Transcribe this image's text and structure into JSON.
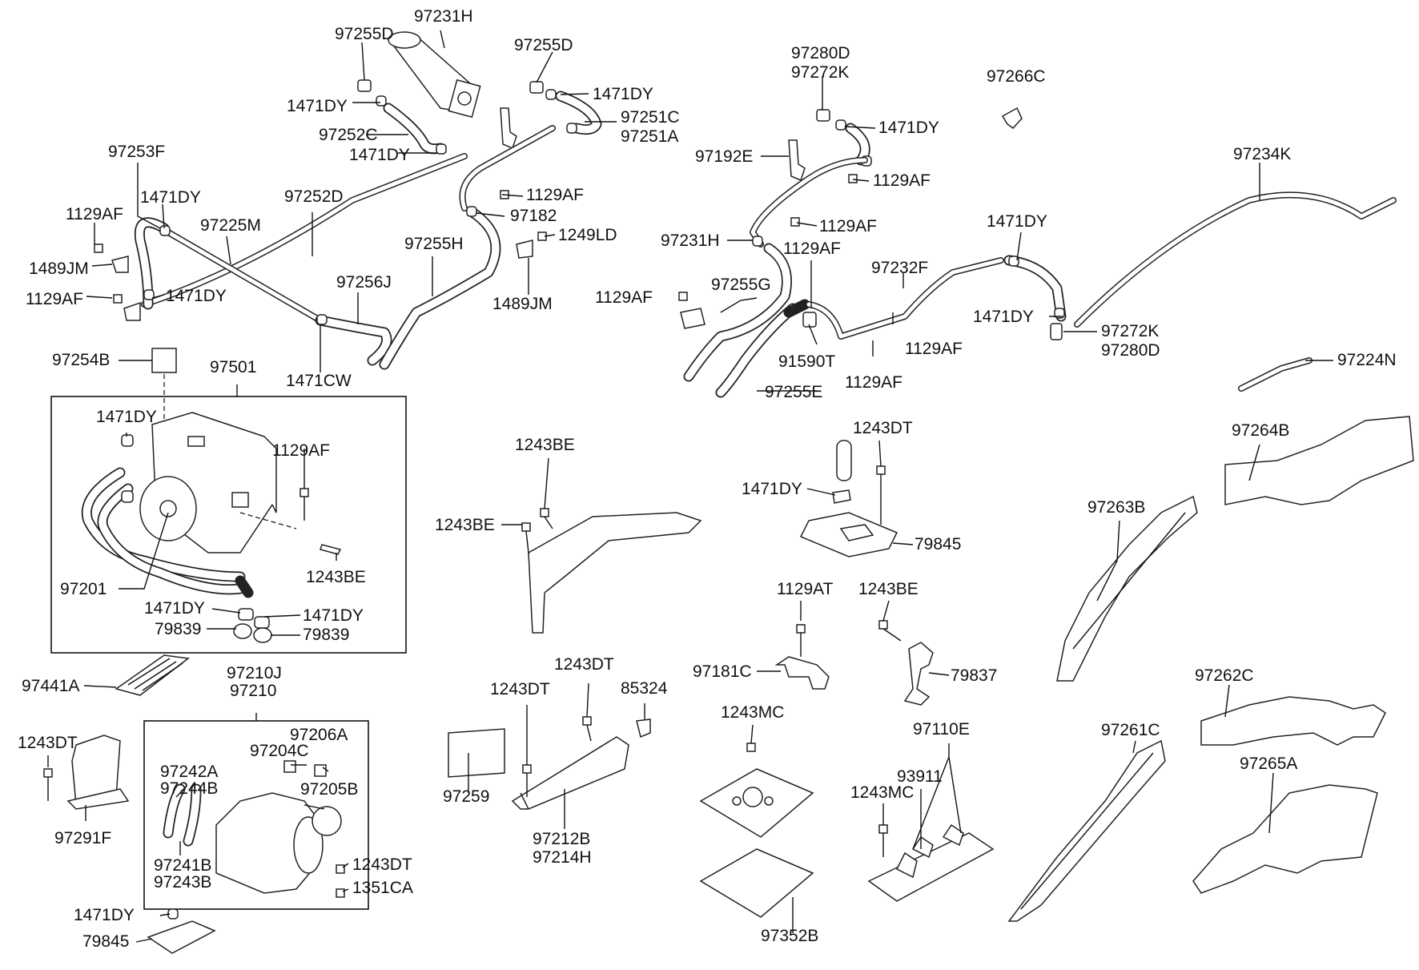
{
  "diagram": {
    "labels": [
      "97231H",
      "97255D",
      "1471DY",
      "97252C",
      "1471DY",
      "97255D",
      "1471DY",
      "97251C",
      "97251A",
      "97253F",
      "1471DY",
      "1129AF",
      "97225M",
      "97252D",
      "1489JM",
      "1129AF",
      "1471DY",
      "1129AF",
      "97182",
      "1249LD",
      "97255H",
      "97256J",
      "1489JM",
      "1471CW",
      "97280D",
      "97272K",
      "1471DY",
      "97266C",
      "97192E",
      "1129AF",
      "97234K",
      "1129AF",
      "97231H",
      "1129AF",
      "1471DY",
      "97232F",
      "1129AF",
      "97255G",
      "1471DY",
      "97272K",
      "97280D",
      "91590T",
      "1129AF",
      "1129AF",
      "97255E",
      "97224N",
      "97254B",
      "97501",
      "1471DY",
      "1129AF",
      "1243BE",
      "97201",
      "1471DY",
      "1471DY",
      "79839",
      "79839",
      "1243BE",
      "1243BE",
      "1243DT",
      "1471DY",
      "79845",
      "97264B",
      "97263B",
      "1129AT",
      "1243BE",
      "97181C",
      "79837",
      "97441A",
      "97210J",
      "97210",
      "97206A",
      "97204C",
      "97242A",
      "97244B",
      "97205B",
      "1243DT",
      "97291F",
      "97241B",
      "97243B",
      "1243DT",
      "1351CA",
      "1471DY",
      "79845",
      "1243DT",
      "1243DT",
      "85324",
      "97259",
      "97212B",
      "97214H",
      "1243MC",
      "97352B",
      "97110E",
      "93911",
      "1243MC",
      "97262C",
      "97261C",
      "97265A"
    ]
  }
}
